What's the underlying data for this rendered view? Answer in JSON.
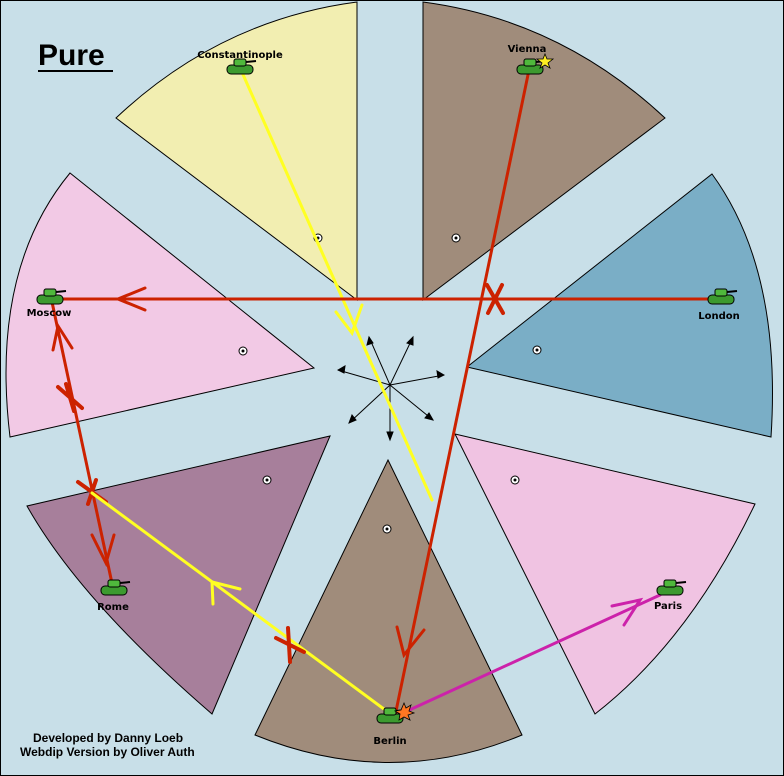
{
  "map": {
    "title": "Pure",
    "credits": [
      "Developed by Danny Loeb",
      "Webdip Version by Oliver Auth"
    ]
  },
  "territories": [
    {
      "name": "Constantinople",
      "color": "#f2eeb1"
    },
    {
      "name": "Vienna",
      "color": "#a08c7b"
    },
    {
      "name": "London",
      "color": "#7aaec6"
    },
    {
      "name": "Paris",
      "color": "#f0c3e2"
    },
    {
      "name": "Berlin",
      "color": "#a08c7b"
    },
    {
      "name": "Rome",
      "color": "#a77f9b"
    },
    {
      "name": "Moscow",
      "color": "#f2c9e5"
    }
  ],
  "units": [
    {
      "territory": "Constantinople",
      "type": "army"
    },
    {
      "territory": "Vienna",
      "type": "army"
    },
    {
      "territory": "London",
      "type": "army"
    },
    {
      "territory": "Paris",
      "type": "army"
    },
    {
      "territory": "Berlin",
      "type": "army"
    },
    {
      "territory": "Rome",
      "type": "army"
    },
    {
      "territory": "Moscow",
      "type": "army"
    }
  ],
  "orders": [
    {
      "from": "Constantinople",
      "to": "Berlin",
      "color": "#ffff22"
    },
    {
      "from": "Vienna",
      "to": "Berlin",
      "color": "#cc2200"
    },
    {
      "from": "London",
      "to": "Moscow",
      "color": "#cc2200",
      "failed": true
    },
    {
      "from": "Moscow",
      "to": "Rome",
      "color": "#cc2200",
      "failed": true
    },
    {
      "from": "Berlin",
      "to": "Rome",
      "color": "#ffff22",
      "failed": true
    },
    {
      "from": "Berlin",
      "to": "Paris",
      "color": "#cc22aa"
    }
  ],
  "colors": {
    "sea": "#c8dfe8",
    "army": "#3c9a2f",
    "star": "#ffee22",
    "burst": "#ff7722"
  }
}
